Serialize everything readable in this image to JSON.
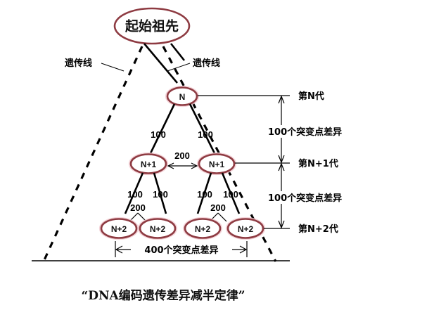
{
  "diagram": {
    "caption": "“DNA编码遗传差异减半定律”",
    "root_node": {
      "label": "起始祖先"
    },
    "lineage_labels": {
      "left": "遗传线",
      "right": "遗传线"
    },
    "generations": [
      {
        "id": "gen-n",
        "node_label": "N",
        "side_label": "第N代"
      },
      {
        "id": "gen-n-plus-1",
        "node_label": "N+1",
        "side_label": "第N+1代"
      },
      {
        "id": "gen-n-plus-2",
        "node_label": "N+2",
        "side_label": "第N+2代"
      }
    ],
    "gap_labels": [
      {
        "id": "gap-n-to-n1",
        "text": "100个突变点差异"
      },
      {
        "id": "gap-n1-to-n2",
        "text": "100个突变点差异"
      }
    ],
    "branch_values": {
      "n_to_n1_left": "100",
      "n_to_n1_right": "100",
      "n1a_to_n2a": "100",
      "n1a_to_n2b": "100",
      "n1b_to_n2c": "100",
      "n1b_to_n2d": "100"
    },
    "sibling_distances": [
      {
        "id": "dist-n1-pair",
        "value": "200"
      },
      {
        "id": "dist-n2-pair-left",
        "value": "200"
      },
      {
        "id": "dist-n2-pair-right",
        "value": "200"
      }
    ],
    "span_measure": {
      "id": "span-n2-outer",
      "text": "400个突变点差异"
    },
    "nodes_n2": [
      {
        "label": "N+2"
      },
      {
        "label": "N+2"
      },
      {
        "label": "N+2"
      },
      {
        "label": "N+2"
      }
    ],
    "nodes_n1": [
      {
        "label": "N+1"
      },
      {
        "label": "N+1"
      }
    ],
    "colors": {
      "node_stroke": "#8e3b42",
      "node_halo": "#f2cdd2",
      "line": "#000000",
      "background": "#ffffff",
      "text": "#111111"
    }
  }
}
